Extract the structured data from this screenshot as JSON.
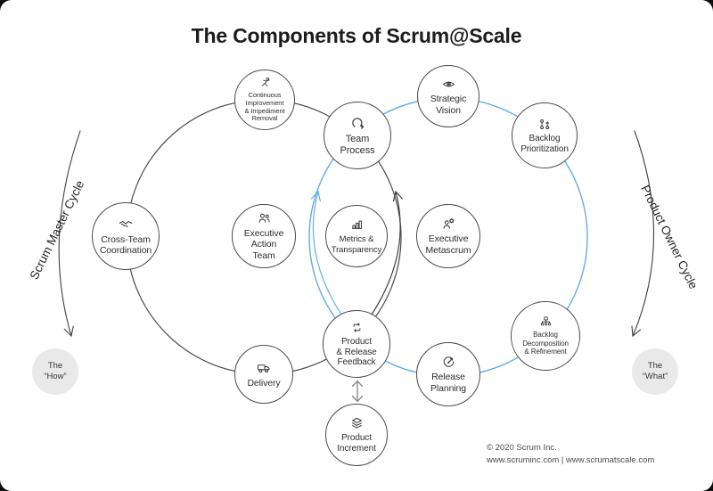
{
  "title": "The Components of Scrum@Scale",
  "cycles": {
    "left": {
      "label": "Scrum Master Cycle",
      "badge": "The\n“How”",
      "color": "#4a4a4a"
    },
    "right": {
      "label": "Product Owner Cycle",
      "badge": "The\n“What”",
      "color": "#64ade4"
    }
  },
  "nodes": {
    "continuous_improvement": {
      "label": "Continuous\nImprovement\n& Impediment\nRemoval",
      "icon": "running-person-icon"
    },
    "team_process": {
      "label": "Team\nProcess",
      "icon": "iteration-loop-icon"
    },
    "strategic_vision": {
      "label": "Strategic\nVision",
      "icon": "eye-icon"
    },
    "backlog_prioritization": {
      "label": "Backlog\nPrioritization",
      "icon": "sort-priority-icon"
    },
    "cross_team_coordination": {
      "label": "Cross-Team\nCoordination",
      "icon": "handshake-icon"
    },
    "executive_action_team": {
      "label": "Executive\nAction\nTeam",
      "icon": "team-icon"
    },
    "metrics_transparency": {
      "label": "Metrics &\nTransparency",
      "icon": "bar-chart-icon"
    },
    "executive_metascrum": {
      "label": "Executive\nMetascrum",
      "icon": "person-gear-icon"
    },
    "product_release_feedback": {
      "label": "Product\n& Release\nFeedback",
      "icon": "refresh-square-icon"
    },
    "backlog_decomposition": {
      "label": "Backlog\nDecomposition\n& Refinement",
      "icon": "hierarchy-icon"
    },
    "delivery": {
      "label": "Delivery",
      "icon": "truck-icon"
    },
    "release_planning": {
      "label": "Release\nPlanning",
      "icon": "gauge-arrow-icon"
    },
    "product_increment": {
      "label": "Product\nIncrement",
      "icon": "layers-icon"
    }
  },
  "footer": {
    "copyright": "© 2020 Scrum Inc.",
    "links": "www.scruminc.com | www.scrumatscale.com"
  }
}
